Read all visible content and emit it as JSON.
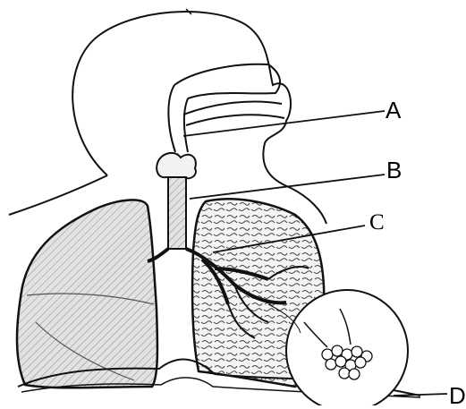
{
  "labels": {
    "a": "A",
    "b": "B",
    "c": "C",
    "d": "D"
  },
  "colors": {
    "stroke": "#111111",
    "lung_fill": "#d9d9d9",
    "background": "#ffffff"
  }
}
